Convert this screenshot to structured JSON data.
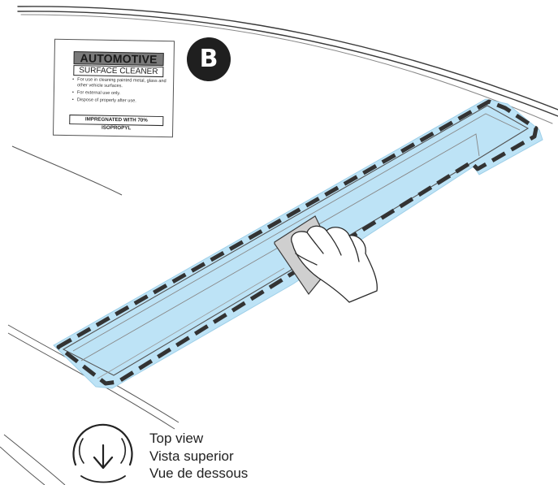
{
  "step_badge": {
    "letter": "B"
  },
  "product_label": {
    "title": "AUTOMOTIVE",
    "subtitle": "SURFACE CLEANER",
    "bullets": [
      "For use in cleaning painted metal, glass and other vehicle surfaces.",
      "For external use only.",
      "Dispose of properly after use."
    ],
    "warning": "IMPREGNATED WITH 70% ISOPROPYL"
  },
  "view_legend": {
    "icon": "arrow-down-circle-icon",
    "lines": [
      "Top view",
      "Vista superior",
      "Vue de dessous"
    ]
  },
  "colors": {
    "highlight": "#bde3f6",
    "dashed_outline": "#333333",
    "line_art": "#3a3a3a"
  }
}
